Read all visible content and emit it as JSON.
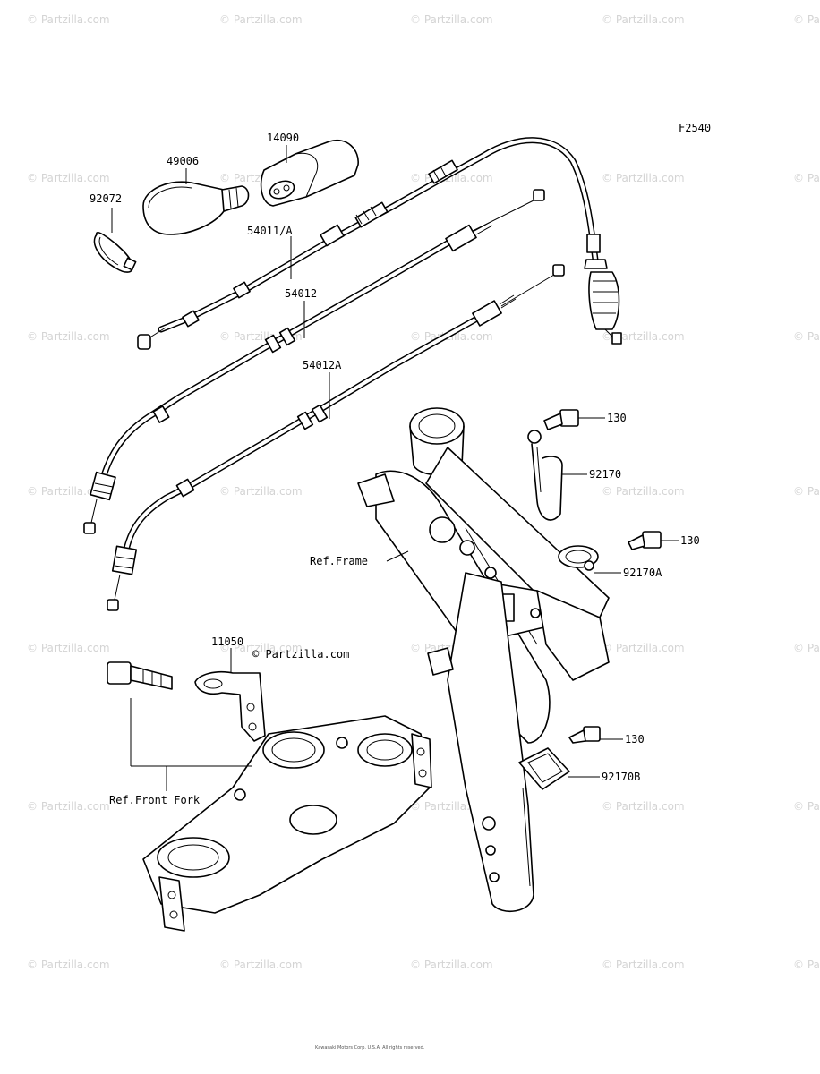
{
  "diagram_code": "F2540",
  "watermark_text": "© Partzilla.com",
  "stamp_text": "© Partzilla.com",
  "parts": {
    "p92072": "92072",
    "p49006": "49006",
    "p14090": "14090",
    "p54011A": "54011/A",
    "p54012": "54012",
    "p54012A": "54012A",
    "p130a": "130",
    "p92170": "92170",
    "p130b": "130",
    "p92170A": "92170A",
    "pRefFrame": "Ref.Frame",
    "p11050": "11050",
    "pRefFrontFork": "Ref.Front Fork",
    "p130c": "130",
    "p92170B": "92170B"
  },
  "copyright_line1": "Kawasaki Motors Corp. U.S.A. All rights reserved.",
  "copyright_line2": ""
}
